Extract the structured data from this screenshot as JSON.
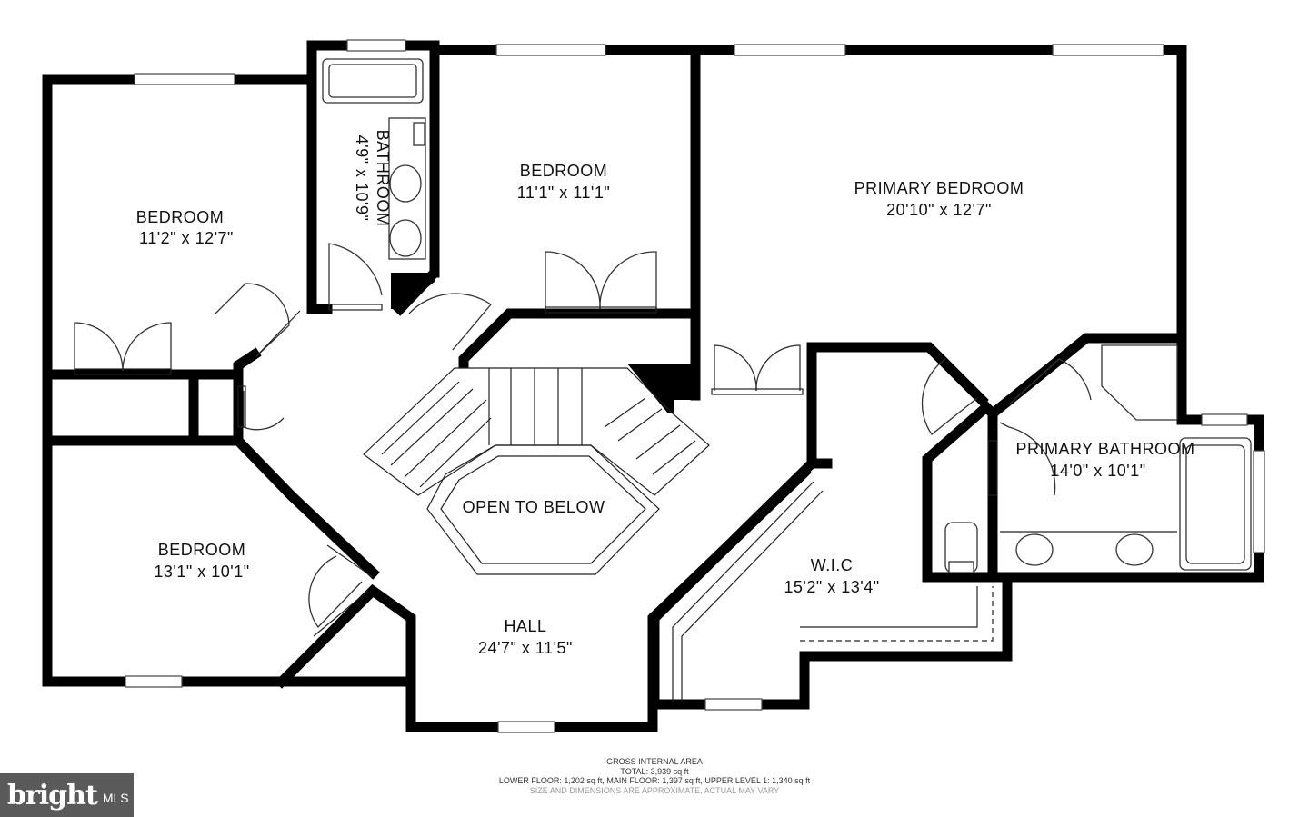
{
  "rooms": {
    "bedroom_nw": {
      "name": "BEDROOM",
      "dims": "11'2\" x 12'7\""
    },
    "bathroom": {
      "name": "BATHROOM",
      "dims": "4'9\" x 10'9\""
    },
    "bedroom_n": {
      "name": "BEDROOM",
      "dims": "11'1\" x 11'1\""
    },
    "primary_bedroom": {
      "name": "PRIMARY BEDROOM",
      "dims": "20'10\" x 12'7\""
    },
    "bedroom_sw": {
      "name": "BEDROOM",
      "dims": "13'1\" x 10'1\""
    },
    "open_to_below": {
      "name": "OPEN TO BELOW"
    },
    "hall": {
      "name": "HALL",
      "dims": "24'7\" x 11'5\""
    },
    "wic": {
      "name": "W.I.C",
      "dims": "15'2\" x 13'4\""
    },
    "primary_bathroom": {
      "name": "PRIMARY BATHROOM",
      "dims": "14'0\" x 10'1\""
    }
  },
  "footer": {
    "heading": "GROSS INTERNAL AREA",
    "total": "TOTAL: 3,939 sq ft",
    "floors": "LOWER FLOOR: 1,202 sq ft, MAIN FLOOR: 1,397 sq ft, UPPER LEVEL 1: 1,340 sq ft",
    "disclaimer": "SIZE AND DIMENSIONS ARE APPROXIMATE, ACTUAL MAY VARY"
  },
  "logo": {
    "brand": "bright",
    "suffix": "MLS"
  }
}
